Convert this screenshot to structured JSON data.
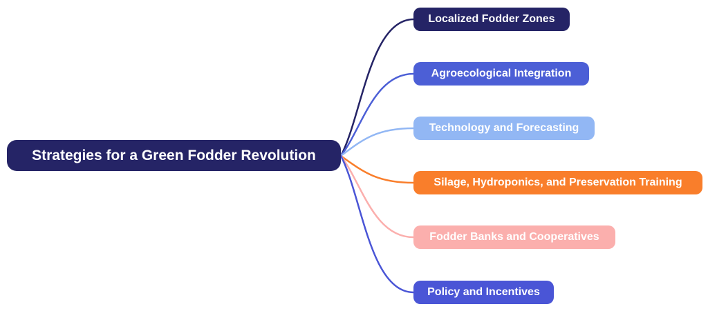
{
  "diagram": {
    "type": "mindmap",
    "background": "#FFFFFF",
    "root": {
      "label": "Strategies for a Green Fodder Revolution",
      "color": "#252466",
      "text_color": "#FFFFFF"
    },
    "branches": [
      {
        "label": "Localized Fodder Zones",
        "color": "#252466",
        "text_color": "#FFFFFF"
      },
      {
        "label": "Agroecological Integration",
        "color": "#4C5FD6",
        "text_color": "#FFFFFF"
      },
      {
        "label": "Technology and Forecasting",
        "color": "#92B7F4",
        "text_color": "#FFFFFF"
      },
      {
        "label": "Silage, Hydroponics, and Preservation Training",
        "color": "#F97E2B",
        "text_color": "#FFFFFF"
      },
      {
        "label": "Fodder Banks and Cooperatives",
        "color": "#FBAFAD",
        "text_color": "#FFFFFF"
      },
      {
        "label": "Policy and Incentives",
        "color": "#4A55D6",
        "text_color": "#FFFFFF"
      }
    ]
  }
}
